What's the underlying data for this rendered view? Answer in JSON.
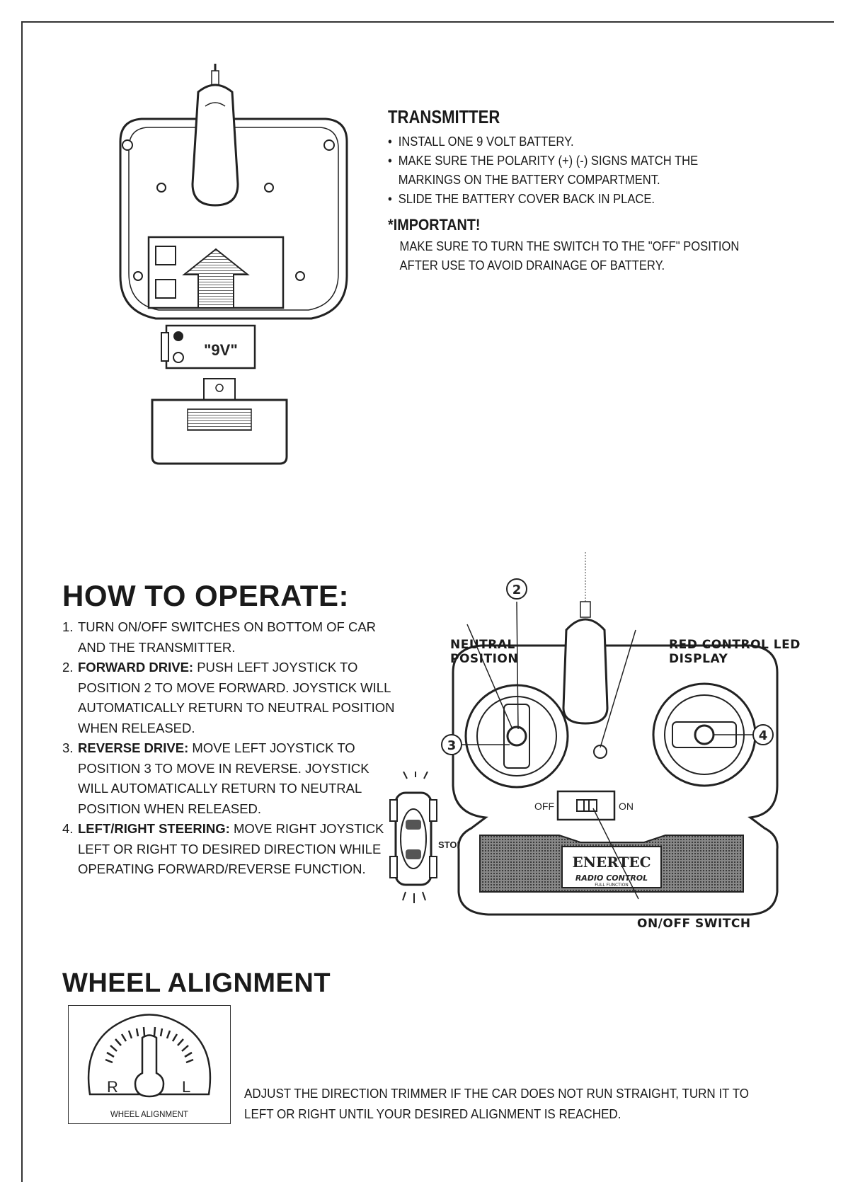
{
  "transmitter": {
    "title": "TRANSMITTER",
    "bullets": [
      "INSTALL ONE 9 VOLT BATTERY.",
      "MAKE SURE THE POLARITY (+) (-) SIGNS MATCH THE MARKINGS ON THE BATTERY COMPARTMENT.",
      "SLIDE THE BATTERY COVER BACK IN PLACE."
    ],
    "important_title": "*IMPORTANT!",
    "important_text": "MAKE SURE TO TURN THE SWITCH TO THE \"OFF\" POSITION AFTER USE TO AVOID DRAINAGE OF BATTERY.",
    "battery_label": "\"9V\""
  },
  "how_to_operate": {
    "title": "HOW TO OPERATE:",
    "steps": [
      {
        "num": "1.",
        "lead": "",
        "text": "TURN ON/OFF SWITCHES ON BOTTOM OF CAR AND THE TRANSMITTER."
      },
      {
        "num": "2.",
        "lead": "FORWARD DRIVE:",
        "text": "PUSH LEFT JOYSTICK TO POSITION 2 TO MOVE FORWARD. JOYSTICK WILL AUTOMATICALLY RETURN TO NEUTRAL POSITION WHEN RELEASED."
      },
      {
        "num": "3.",
        "lead": "REVERSE DRIVE:",
        "text": "MOVE LEFT JOYSTICK TO POSITION 3 TO MOVE IN REVERSE. JOYSTICK WILL AUTOMATICALLY RETURN TO NEUTRAL POSITION WHEN RELEASED."
      },
      {
        "num": "4.",
        "lead": "LEFT/RIGHT STEERING:",
        "text": "MOVE RIGHT JOYSTICK LEFT OR RIGHT TO DESIRED DIRECTION WHILE OPERATING FORWARD/REVERSE FUNCTION."
      }
    ],
    "stop_label": "STOP"
  },
  "controller": {
    "neutral_position": "NEUTRAL POSITION",
    "red_control": "RED CONTROL LED DISPLAY",
    "onoff_switch": "ON/OFF SWITCH",
    "off": "OFF",
    "on": "ON",
    "pos2": "2",
    "pos3": "3",
    "pos4": "4",
    "brand": "ENERTEC",
    "brand_sub": "RADIO CONTROL",
    "brand_sub2": "FULL FUNCTION"
  },
  "wheel_alignment": {
    "title": "WHEEL ALIGNMENT",
    "box_label": "WHEEL ALIGNMENT",
    "r": "R",
    "l": "L",
    "text": "ADJUST THE DIRECTION TRIMMER IF THE CAR DOES NOT RUN STRAIGHT, TURN IT TO LEFT OR RIGHT UNTIL YOUR DESIRED ALIGNMENT IS REACHED."
  }
}
